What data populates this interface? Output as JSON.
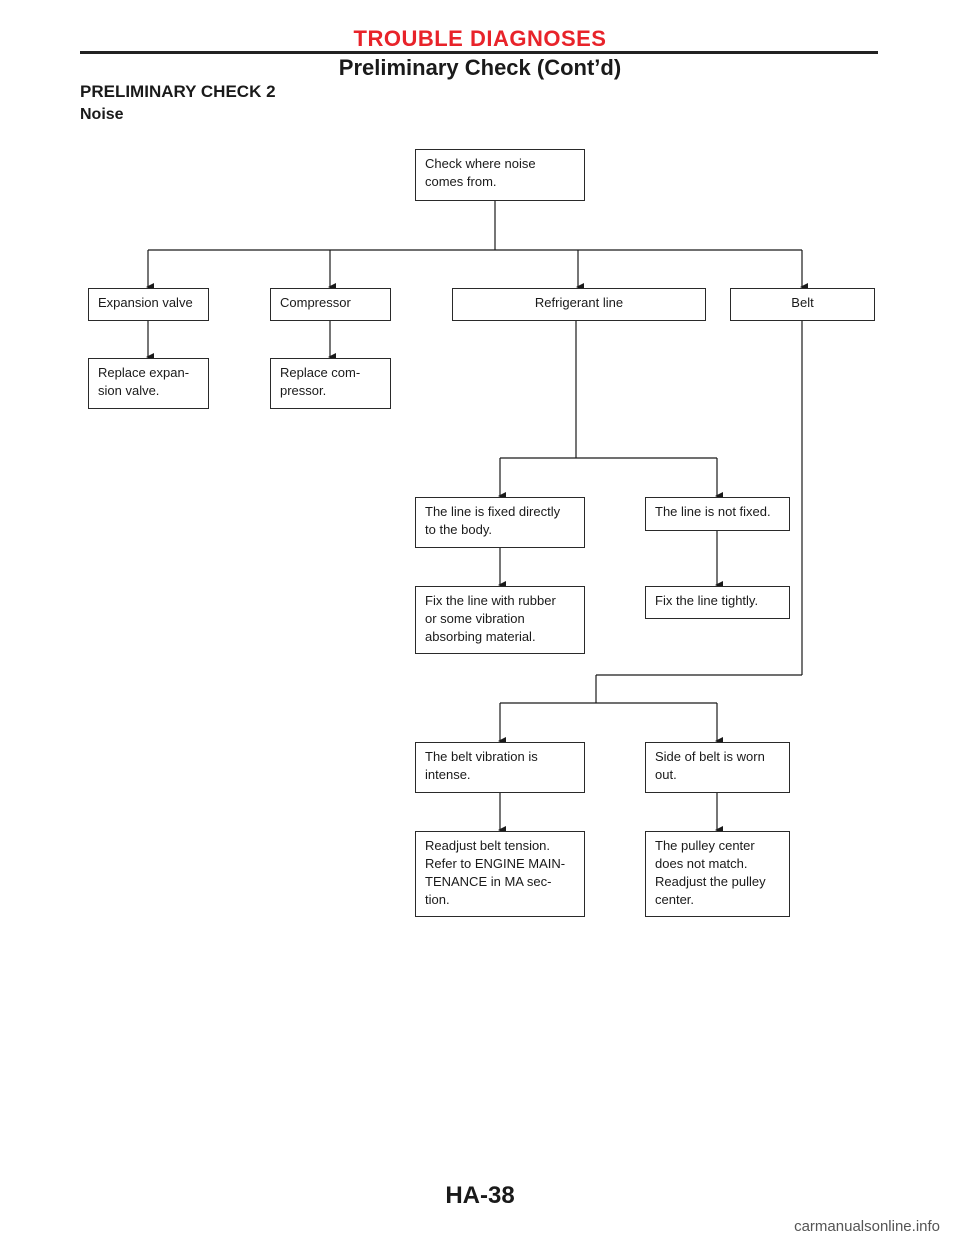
{
  "header": {
    "category": "TROUBLE DIAGNOSES",
    "subtitle": "Preliminary Check (Cont’d)",
    "accent_color": "#e8232a"
  },
  "section": {
    "title": "PRELIMINARY CHECK 2",
    "subtitle": "Noise"
  },
  "flowchart": {
    "start": "Check where noise\ncomes from.",
    "expansion_valve": "Expansion valve",
    "compressor": "Compressor",
    "refrigerant_line": "Refrigerant line",
    "belt": "Belt",
    "replace_expansion_valve": "Replace expan-\nsion valve.",
    "replace_compressor": "Replace com-\npressor.",
    "line_fixed_directly": "The line is fixed directly\nto the body.",
    "line_not_fixed": "The line is not fixed.",
    "fix_line_rubber": "Fix the line with rubber\nor some vibration\nabsorbing material.",
    "fix_line_tightly": "Fix the line tightly.",
    "belt_vibration_intense": "The belt vibration is\nintense.",
    "belt_side_worn": "Side of belt is worn\nout.",
    "readjust_belt_tension": "Readjust belt tension.\nRefer to ENGINE MAIN-\nTENANCE in MA sec-\ntion.",
    "pulley_center_mismatch": "The pulley center\ndoes not match.\nReadjust the pulley\ncenter."
  },
  "footer": {
    "page_number": "HA-38",
    "watermark": "carmanualsonline.info"
  }
}
